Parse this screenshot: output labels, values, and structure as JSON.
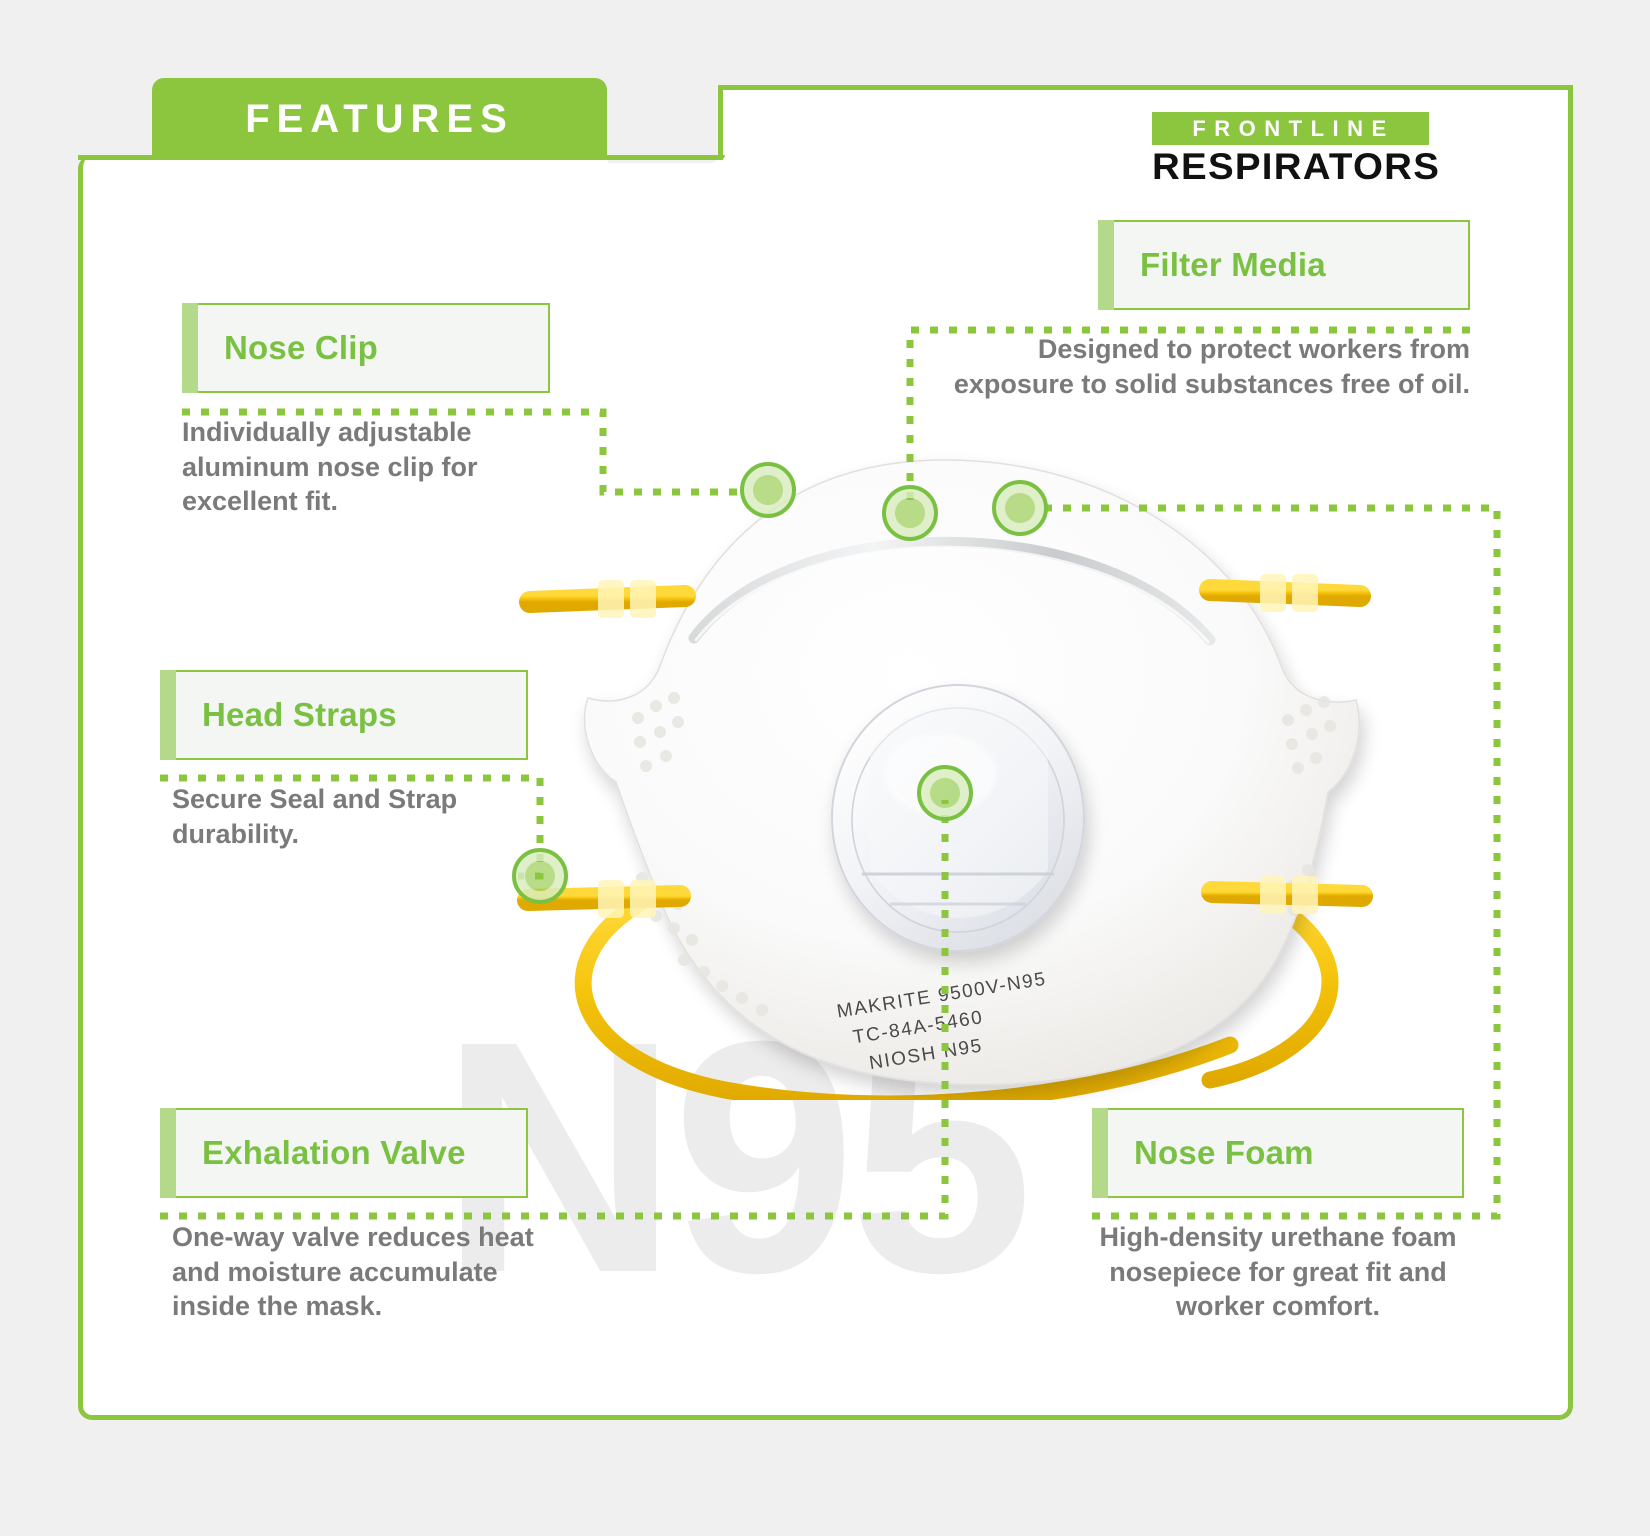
{
  "page": {
    "tab_label": "FEATURES",
    "watermark": "N95",
    "accent_green": "#8cc63f",
    "title_green": "#7ac143",
    "body_gray": "#7a7a7a"
  },
  "logo": {
    "top_word": "FRONTLINE",
    "bottom_word": "RESPIRATORS"
  },
  "callouts": [
    {
      "key": "nose_clip",
      "title": "Nose Clip",
      "body": "Individually adjustable aluminum nose clip for excellent fit."
    },
    {
      "key": "head_straps",
      "title": "Head Straps",
      "body": "Secure Seal and Strap durability."
    },
    {
      "key": "exhalation_valve",
      "title": "Exhalation Valve",
      "body": "One-way valve reduces heat and moisture accumulate inside the mask."
    },
    {
      "key": "filter_media",
      "title": "Filter Media",
      "body": "Designed to protect workers from exposure to solid substances free of oil."
    },
    {
      "key": "nose_foam",
      "title": "Nose Foam",
      "body": "High-density urethane foam nosepiece for great fit and worker comfort."
    }
  ],
  "product_label": {
    "line1": "MAKRITE 9500V-N95",
    "line2": "TC-84A-5460",
    "line3": "NIOSH  N95"
  }
}
